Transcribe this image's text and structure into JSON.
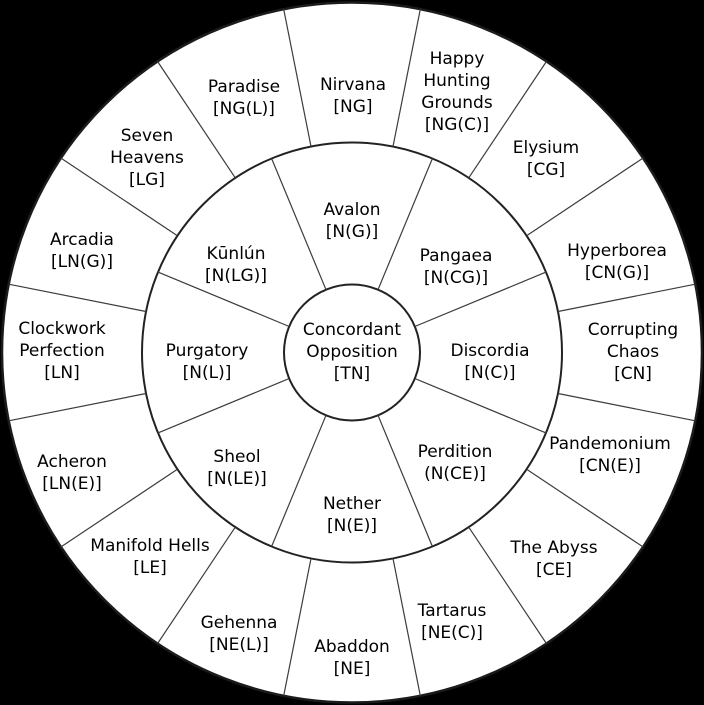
{
  "diagram": {
    "type": "radial-alignment-wheel",
    "colors": {
      "background": "#000000",
      "wheel_fill": "#ffffff",
      "stroke": "#1b1b1b",
      "divider": "#3c3c3c",
      "text": "#000000"
    },
    "center": {
      "name": "Concordant Opposition",
      "code": "[TN]",
      "display": "Concordant\nOpposition\n[TN]"
    },
    "middle_ring": [
      {
        "name": "Avalon",
        "code": "[N(G)]",
        "display": "Avalon\n[N(G)]"
      },
      {
        "name": "Pangaea",
        "code": "[N(CG)]",
        "display": "Pangaea\n[N(CG)]"
      },
      {
        "name": "Discordia",
        "code": "[N(C)]",
        "display": "Discordia\n[N(C)]"
      },
      {
        "name": "Perdition",
        "code": "(N(CE)]",
        "display": "Perdition\n(N(CE)]"
      },
      {
        "name": "Nether",
        "code": "[N(E)]",
        "display": "Nether\n[N(E)]"
      },
      {
        "name": "Sheol",
        "code": "[N(LE)]",
        "display": "Sheol\n[N(LE)]"
      },
      {
        "name": "Purgatory",
        "code": "[N(L)]",
        "display": "Purgatory\n[N(L)]"
      },
      {
        "name": "Kūnlún",
        "code": "[N(LG)]",
        "display": "Kūnlún\n[N(LG)]"
      }
    ],
    "outer_ring": [
      {
        "name": "Nirvana",
        "code": "[NG]",
        "display": "Nirvana\n[NG]"
      },
      {
        "name": "Happy Hunting Grounds",
        "code": "[NG(C)]",
        "display": "Happy\nHunting\nGrounds\n[NG(C)]"
      },
      {
        "name": "Elysium",
        "code": "[CG]",
        "display": "Elysium\n[CG]"
      },
      {
        "name": "Hyperborea",
        "code": "[CN(G)]",
        "display": "Hyperborea\n[CN(G)]"
      },
      {
        "name": "Corrupting Chaos",
        "code": "[CN]",
        "display": "Corrupting\nChaos\n[CN]"
      },
      {
        "name": "Pandemonium",
        "code": "[CN(E)]",
        "display": "Pandemonium\n[CN(E)]"
      },
      {
        "name": "The Abyss",
        "code": "[CE]",
        "display": "The Abyss\n[CE]"
      },
      {
        "name": "Tartarus",
        "code": "[NE(C)]",
        "display": "Tartarus\n[NE(C)]"
      },
      {
        "name": "Abaddon",
        "code": "[NE]",
        "display": "Abaddon\n[NE]"
      },
      {
        "name": "Gehenna",
        "code": "[NE(L)]",
        "display": "Gehenna\n[NE(L)]"
      },
      {
        "name": "Manifold Hells",
        "code": "[LE]",
        "display": "Manifold Hells\n[LE]"
      },
      {
        "name": "Acheron",
        "code": "[LN(E)]",
        "display": "Acheron\n[LN(E)]"
      },
      {
        "name": "Clockwork Perfection",
        "code": "[LN]",
        "display": "Clockwork\nPerfection\n[LN]"
      },
      {
        "name": "Arcadia",
        "code": "[LN(G)]",
        "display": "Arcadia\n[LN(G)]"
      },
      {
        "name": "Seven Heavens",
        "code": "[LG]",
        "display": "Seven\nHeavens\n[LG]"
      },
      {
        "name": "Paradise",
        "code": "[NG(L)]",
        "display": "Paradise\n[NG(L)]"
      }
    ]
  }
}
